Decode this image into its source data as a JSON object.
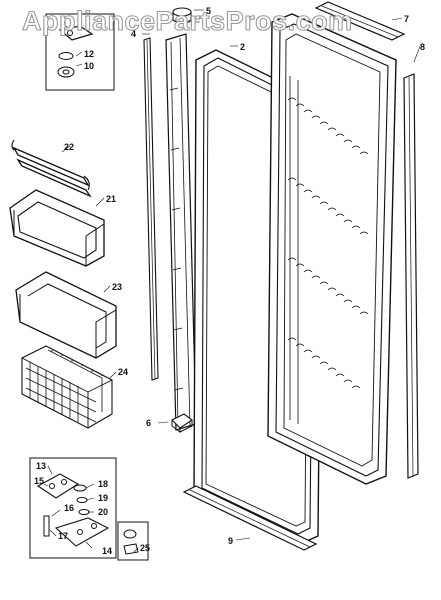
{
  "watermark": "AppliancePartsPros.com",
  "part_labels": {
    "p1": "1",
    "p2": "2",
    "p3": "3",
    "p4": "4",
    "p5": "5",
    "p6": "6",
    "p7": "7",
    "p8": "8",
    "p9": "9",
    "p10": "10",
    "p12": "12",
    "p13": "13",
    "p14": "14",
    "p15": "15",
    "p16": "16",
    "p17": "17",
    "p18": "18",
    "p19": "19",
    "p20": "20",
    "p21": "21",
    "p22": "22",
    "p23": "23",
    "p24": "24",
    "p25": "25"
  },
  "colors": {
    "line": "#111111",
    "watermark_outline": "#9a9a9a",
    "background": "#ffffff"
  }
}
